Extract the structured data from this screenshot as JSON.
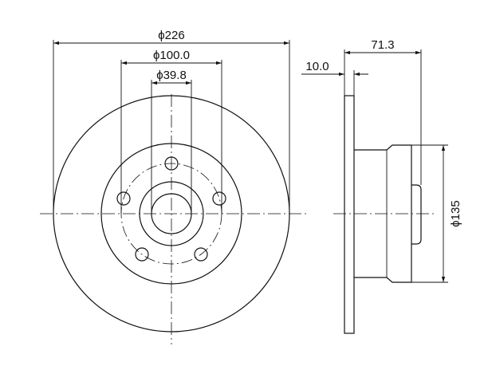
{
  "dimensions": {
    "overall_diameter": "ϕ226",
    "bolt_circle_diameter": "ϕ100.0",
    "center_bore_diameter": "ϕ39.8",
    "overall_height": "71.3",
    "disc_thickness": "10.0",
    "hub_diameter": "ϕ135"
  },
  "colors": {
    "line": "#111111",
    "background": "#ffffff"
  }
}
